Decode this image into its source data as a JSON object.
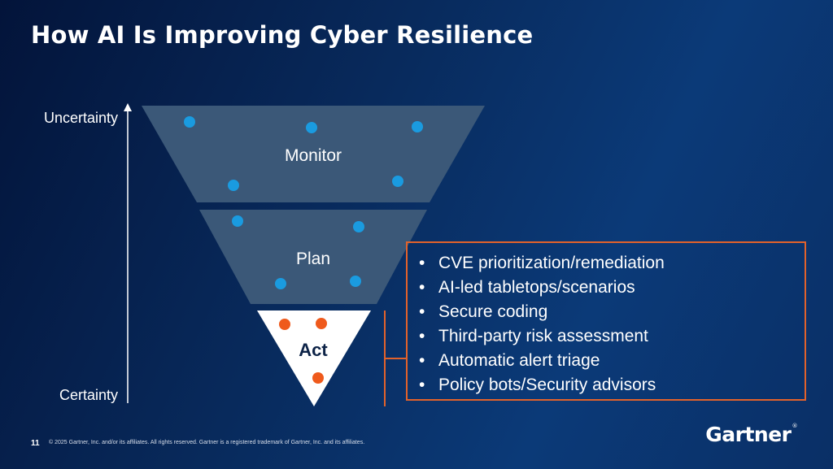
{
  "slide": {
    "title": "How AI Is Improving Cyber Resilience",
    "axis": {
      "top_label": "Uncertainty",
      "bottom_label": "Certainty"
    },
    "funnel": {
      "stages": [
        {
          "label": "Monitor",
          "color": "#3b5878",
          "dot_color": "#1a9be0",
          "dots": 5
        },
        {
          "label": "Plan",
          "color": "#3b5878",
          "dot_color": "#1a9be0",
          "dots": 4
        },
        {
          "label": "Act",
          "color": "#ffffff",
          "dot_color": "#ef5a1c",
          "dots": 3
        }
      ]
    },
    "use_cases": [
      "CVE prioritization/remediation",
      "AI-led tabletops/scenarios",
      "Secure coding",
      "Third-party risk assessment",
      "Automatic alert triage",
      "Policy bots/Security advisors"
    ],
    "accent_color": "#e2622b",
    "footer": {
      "page_number": "11",
      "copyright": "© 2025 Gartner, Inc. and/or its affiliates. All rights reserved. Gartner is a registered trademark of Gartner, Inc. and its affiliates."
    },
    "logo": {
      "text": "Gartner",
      "mark": "®"
    }
  }
}
